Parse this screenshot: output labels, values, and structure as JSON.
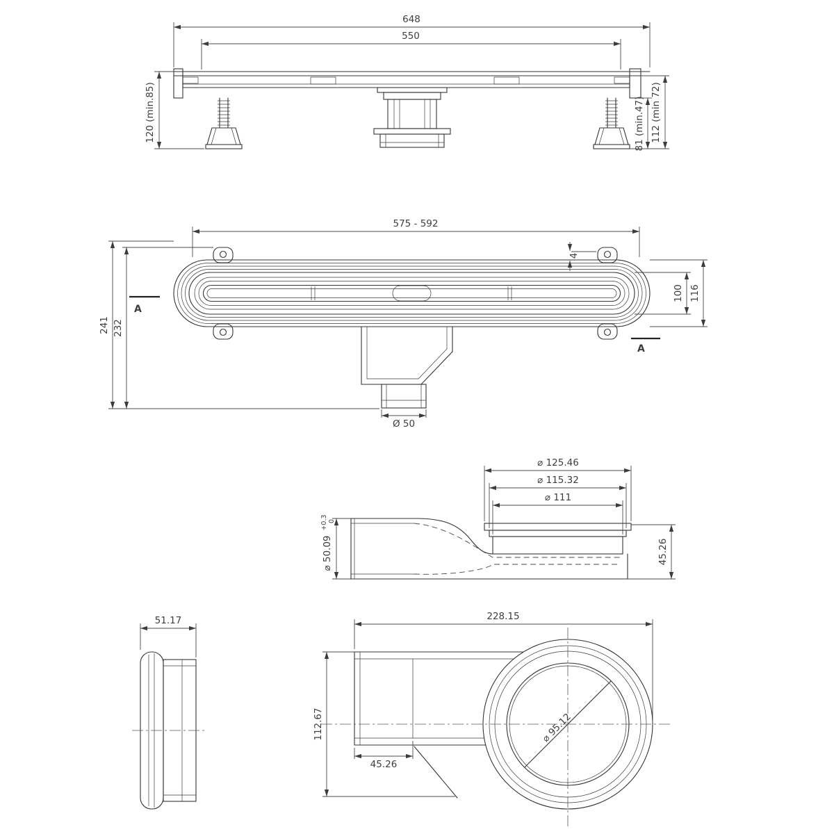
{
  "drawing": {
    "background_color": "#ffffff",
    "line_color": "#3c3c3c",
    "views": {
      "side": {
        "label": "side-elevation",
        "dims": {
          "overall_width": "648",
          "grate_width": "550",
          "height_left": "120 (min.85)",
          "height_right_inner": "81 (min.47)",
          "height_right_outer": "112 (min 72)"
        }
      },
      "plan": {
        "label": "top-plan",
        "dims": {
          "length_range": "575 - 592",
          "depth_total": "241",
          "depth_body": "232",
          "width_inner": "100",
          "width_outer": "116",
          "lip": "4",
          "outlet_diameter": "Ø 50"
        },
        "section_label": "A"
      },
      "trap_section": {
        "label": "outlet-section",
        "dims": {
          "d_outer": "⌀ 125.46",
          "d_mid": "⌀ 115.32",
          "d_inner": "⌀ 111",
          "pipe_diameter": "⌀ 50.09",
          "pipe_tol_upper": "+0.3",
          "pipe_tol_lower": "0",
          "height": "45.26"
        }
      },
      "flange_side": {
        "label": "flange-side",
        "dims": {
          "width": "51.17"
        }
      },
      "trap_plan": {
        "label": "outlet-plan",
        "dims": {
          "length": "228.15",
          "depth": "112.67",
          "pipe_inset": "45.26",
          "bore_diameter": "⌀ 95.12"
        }
      }
    }
  }
}
